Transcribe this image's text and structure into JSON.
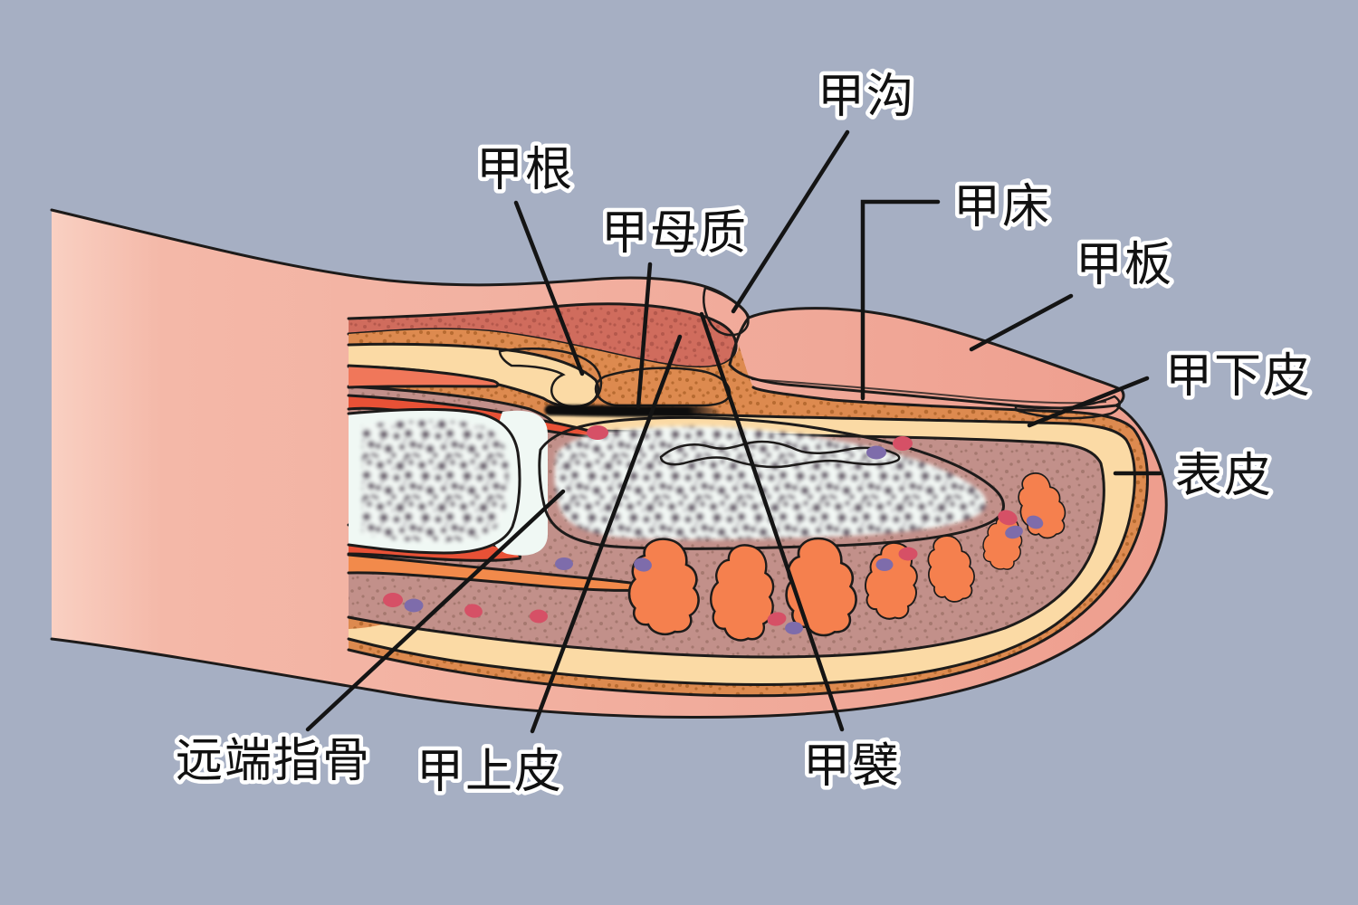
{
  "figure": {
    "description_labels": [
      {
        "id": "jia-gou",
        "text": "甲沟"
      },
      {
        "id": "jia-gen",
        "text": "甲根"
      },
      {
        "id": "jia-mu-zhi",
        "text": "甲母质"
      },
      {
        "id": "jia-chuang",
        "text": "甲床"
      },
      {
        "id": "jia-ban",
        "text": "甲板"
      },
      {
        "id": "jia-xia-pi",
        "text": "甲下皮"
      },
      {
        "id": "biao-pi",
        "text": "表皮"
      },
      {
        "id": "yuan-duan-zhi-gu",
        "text": "远端指骨"
      },
      {
        "id": "jia-shang-pi",
        "text": "甲上皮"
      },
      {
        "id": "jia-bi",
        "text": "甲襞"
      }
    ]
  },
  "colors": {
    "background": "#a6afc3",
    "outline": "#1d1b1a",
    "leader_line": "#141414",
    "skin_light": "#f9d0c2",
    "skin": "#f2b0a0",
    "skin_deep": "#ee9e8e",
    "dark_salmon_layer": "#d06c5d",
    "orange_stipple_layer": "#dd8a4f",
    "cream_layer": "#fbdaa5",
    "salmon_mid_layer": "#f0775a",
    "red_orange_layer": "#e85136",
    "orange_solid_band": "#f28a4b",
    "mauve_tissue": "#c2908a",
    "bone_fill": "#f0f8f4",
    "bone_speckle": "#6b5f6e",
    "fat_lobule": "#f5804e",
    "vessel": "#f5804e",
    "dot_red": "#d65066",
    "dot_purple": "#7e6cab",
    "nail_light": "#f6f5f1",
    "nail_dark": "#d9d8d1",
    "nail_root_pocket": "#f6f3ec",
    "matrix_bar": "#111111",
    "label_text": "#111111",
    "label_halo": "#ffffff"
  }
}
